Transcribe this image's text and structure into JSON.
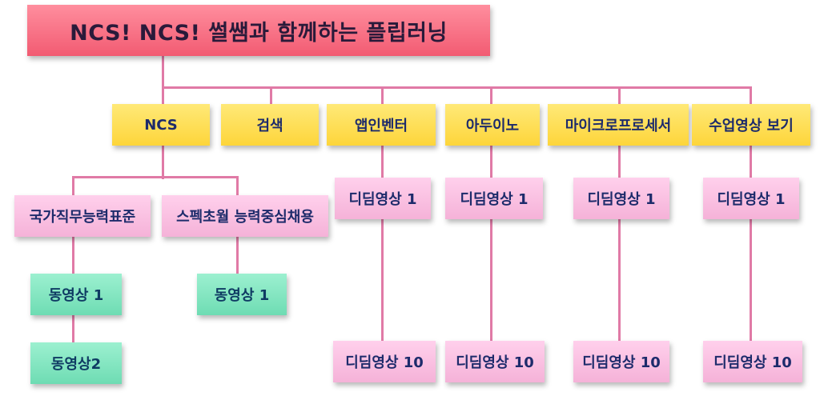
{
  "root": {
    "title": "NCS! NCS! 썰쌤과 함께하는 플립러닝"
  },
  "categories": [
    {
      "label": "NCS"
    },
    {
      "label": "검색"
    },
    {
      "label": "앱인벤터"
    },
    {
      "label": "아두이노"
    },
    {
      "label": "마이크로프로세서"
    },
    {
      "label": "수업영상 보기"
    }
  ],
  "ncs_children": [
    {
      "label": "국가직무능력표준",
      "videos": [
        "동영상 1",
        "동영상2"
      ]
    },
    {
      "label": "스펙초월 능력중심채용",
      "videos": [
        "동영상 1"
      ]
    }
  ],
  "video_notes": {
    "first": "디딤영상 1",
    "last": "디딤영상 10"
  },
  "colors": {
    "root": "#f25b72",
    "category": "#fdd53a",
    "video": "#f5b2d8",
    "ncs_video": "#6edcb3",
    "connector": "#e07aa6",
    "text": "#1d2b6b"
  }
}
